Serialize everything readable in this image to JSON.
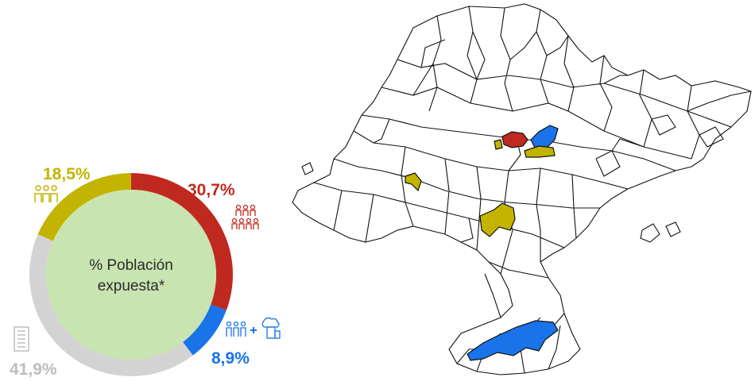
{
  "chart_data": {
    "type": "pie",
    "variant": "donut",
    "center_label_line1": "% Población",
    "center_label_line2": "expuesta*",
    "slices": [
      {
        "label": "30,7%",
        "value": 30.7,
        "color": "#c0291f",
        "icon": "people-group-icon"
      },
      {
        "label": "8,9%",
        "value": 8.9,
        "color": "#1a73e8",
        "icon": "people-and-buildings-icon"
      },
      {
        "label": "41,9%",
        "value": 41.9,
        "color": "#d3d3d3",
        "icon": "building-icon"
      },
      {
        "label": "18,5%",
        "value": 18.5,
        "color": "#c2b400",
        "icon": "people-group-icon"
      }
    ],
    "center_fill": "#c8e4b0"
  },
  "map": {
    "region_colors": {
      "red": "#c0291f",
      "blue": "#1a73e8",
      "yellow": "#c2b400",
      "default": "#ffffff"
    }
  }
}
